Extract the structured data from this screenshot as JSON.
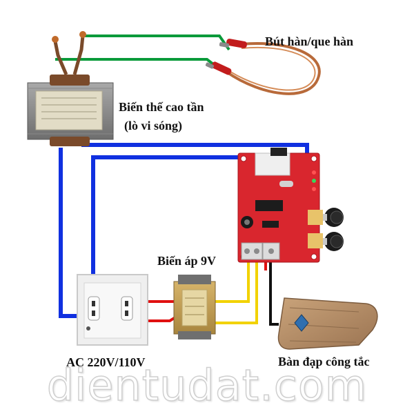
{
  "labels": {
    "welding_pen": "Bút hàn/que hàn",
    "hf_transformer_line1": "Biến thế cao tần",
    "hf_transformer_line2": "(lò vi sóng)",
    "transformer_9v": "Biến áp 9V",
    "ac_supply": "AC 220V/110V",
    "foot_pedal": "Bàn đạp công tắc"
  },
  "watermark": "dientudat.com",
  "colors": {
    "wire_blue": "#1030e0",
    "wire_green": "#0a9a3a",
    "wire_yellow": "#f2d200",
    "wire_red": "#e01010",
    "wire_black": "#111111",
    "pcb_red": "#d9262e",
    "cable_copper": "#b86a3a"
  }
}
